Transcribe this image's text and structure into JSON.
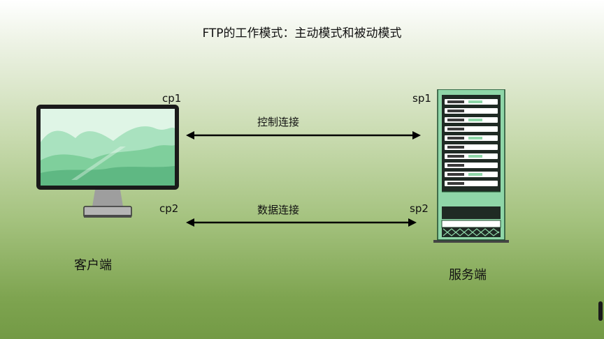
{
  "title": "FTP的工作模式：主动模式和被动模式",
  "client": {
    "label": "客户端",
    "ports": {
      "control": "cp1",
      "data": "cp2"
    }
  },
  "server": {
    "label": "服务端",
    "ports": {
      "control": "sp1",
      "data": "sp2"
    }
  },
  "connections": {
    "control": "控制连接",
    "data": "数据连接"
  },
  "colors": {
    "server_green": "#8fd6a8",
    "monitor_frame": "#1a1a1a",
    "stand": "#a6a6a6"
  }
}
